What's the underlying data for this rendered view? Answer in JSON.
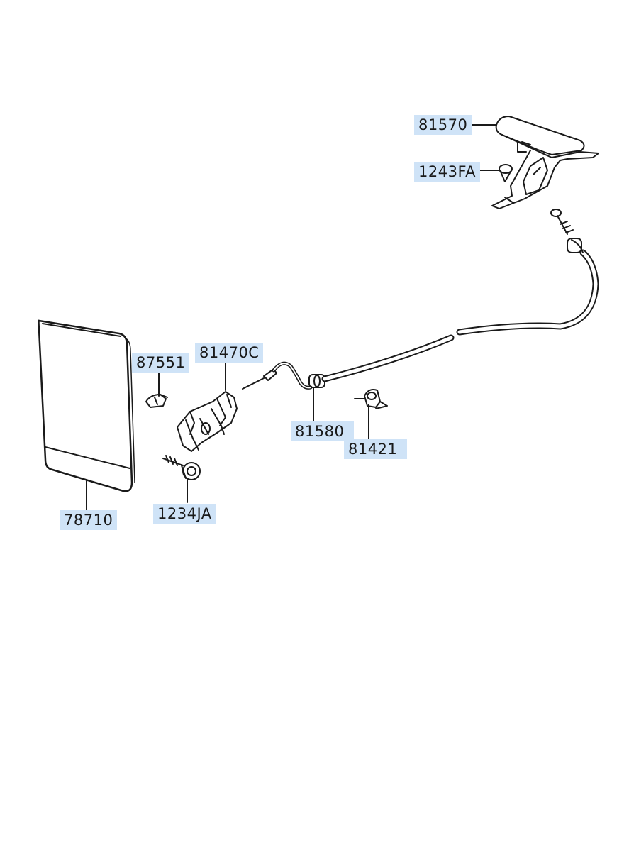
{
  "labels": {
    "p81570": "81570",
    "p1243FA": "1243FA",
    "p87551": "87551",
    "p81470C": "81470C",
    "p81580": "81580",
    "p81421": "81421",
    "p78710": "78710",
    "p1234JA": "1234JA"
  },
  "colors": {
    "label_bg": "#cfe3f7",
    "line": "#1a1a1a"
  }
}
